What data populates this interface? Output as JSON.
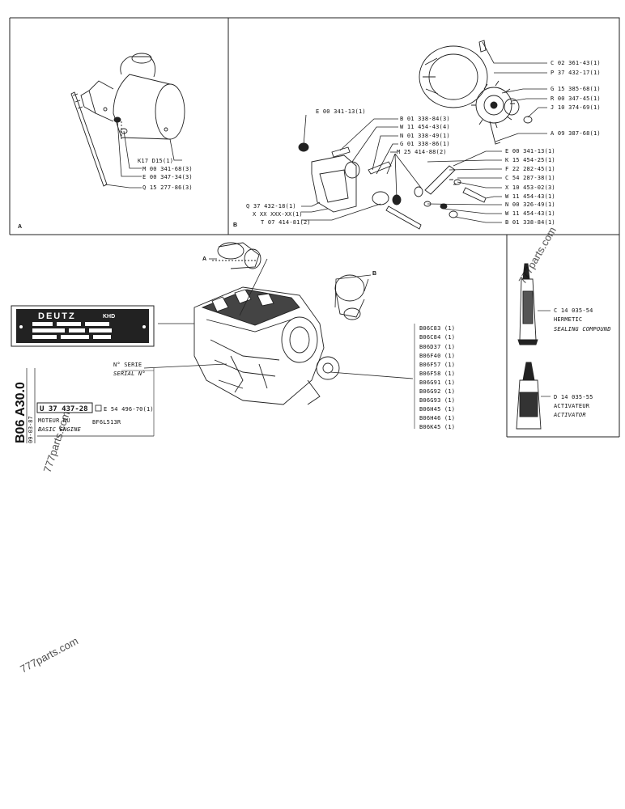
{
  "panel_a": {
    "letter": "A",
    "callouts": [
      "K17 D15(1)",
      "M 00 341-68(3)",
      "E 00 347-34(3)",
      "Q 15 277-86(3)"
    ]
  },
  "panel_b": {
    "letter": "B",
    "callouts_left": [
      "E 00 341-13(1)",
      "Q 37 432-18(1)",
      "X XX XXX-XX(1)",
      "T 07 414-81(2)"
    ],
    "callouts_mid": [
      "B 01 338-84(3)",
      "W 11 454-43(4)",
      "N 01 338-49(1)",
      "G 01 338-86(1)",
      "M 25 414-88(2)"
    ],
    "callouts_right": [
      "C 02 361-43(1)",
      "P 37 432-17(1)",
      "G 15 385-68(1)",
      "R 00 347-45(1)",
      "J 10 374-69(1)",
      "A 09 387-68(1)",
      "E 00 341-13(1)",
      "K 15 454-25(1)",
      "F 22 282-45(1)",
      "C 54 287-38(1)",
      "X 10 453-02(3)",
      "W 11 454-43(1)",
      "N 00 326-49(1)",
      "W 11 454-43(1)",
      "B 01 338-84(1)"
    ]
  },
  "main": {
    "label_a": "A",
    "label_b": "B",
    "plate_brand": "DEUTZ",
    "plate_brand_suffix": "KHD",
    "serial_fr": "N° SERIE",
    "serial_en": "SERIAL N°",
    "variants": [
      "B06C83 (1)",
      "B06C84 (1)",
      "B06D37 (1)",
      "B06F40 (1)",
      "B06F57 (1)",
      "B06F58 (1)",
      "B06G91 (1)",
      "B06G92 (1)",
      "B06G93 (1)",
      "B06H45 (1)",
      "B06H46 (1)",
      "B06K45 (1)"
    ]
  },
  "chemicals": {
    "sealing_code": "C 14 035-54",
    "sealing_fr": "HERMETIC",
    "sealing_en": "SEALING COMPOUND",
    "activator_code": "D 14 035-55",
    "activator_fr": "ACTIVATEUR",
    "activator_en": "ACTIVATOR"
  },
  "title_block": {
    "code": "U 37 437-28",
    "alt_code": "E 54 496-70(1)",
    "name_fr": "MOTEUR NU",
    "name_en": "BASIC ENGINE",
    "model": "BF6L513R",
    "sheet_id": "B06 A30.0",
    "date": "09-03-87"
  },
  "watermarks": [
    "777parts.com",
    "777parts.com",
    "777parts.com"
  ]
}
